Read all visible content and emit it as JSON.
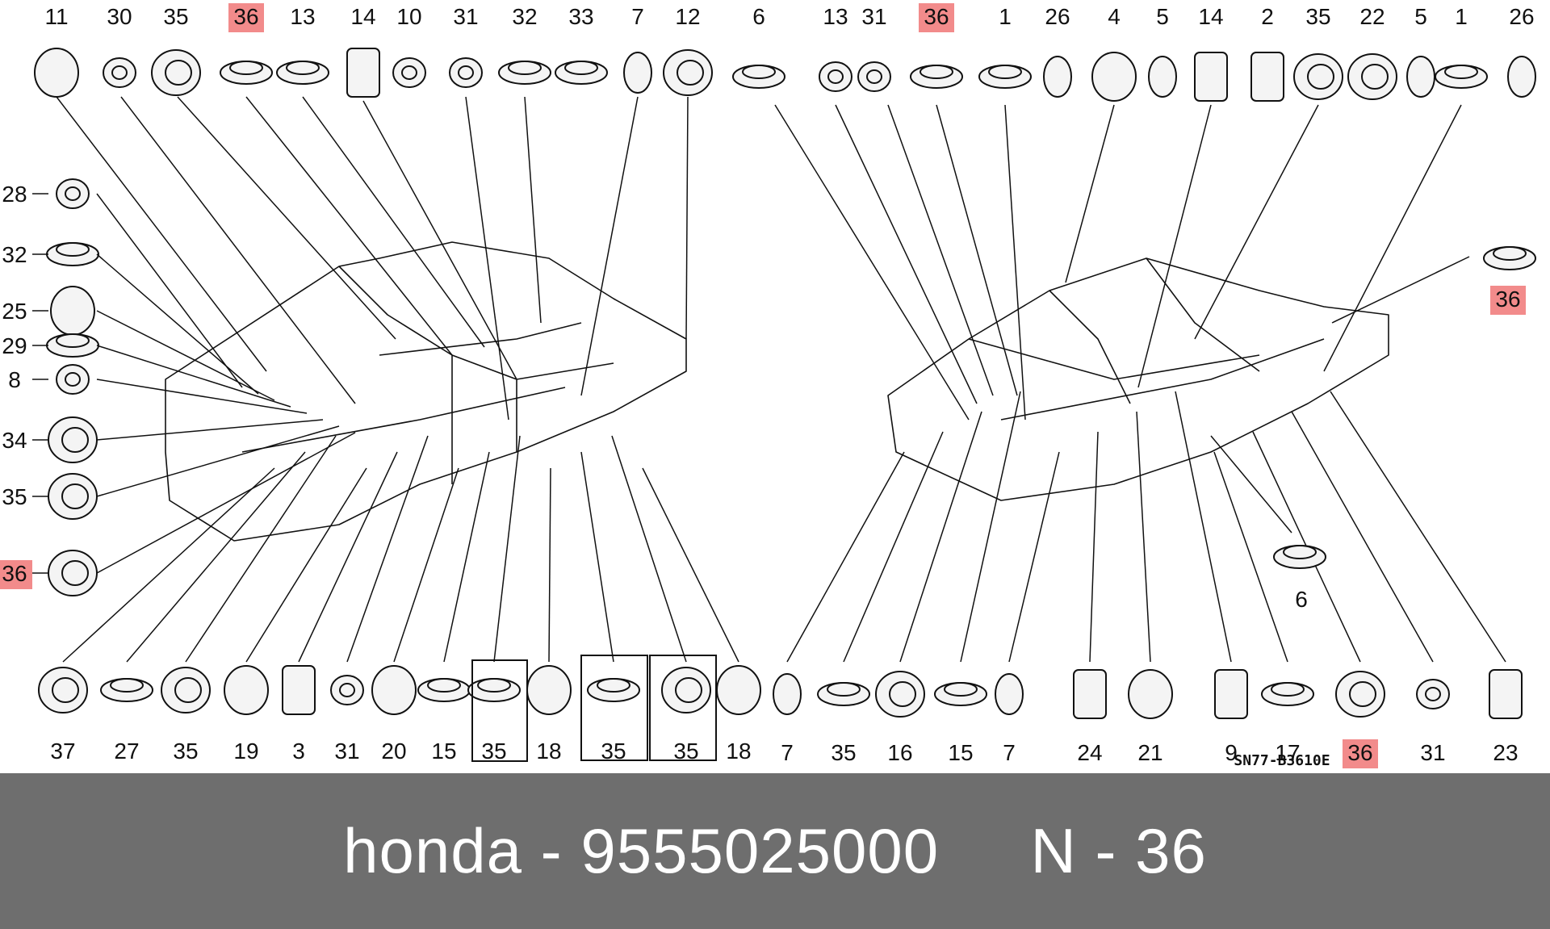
{
  "diagram": {
    "highlight_color": "#f28b8b",
    "drawing_code": "SN77-B3610E",
    "callouts_top_left": [
      "11",
      "30",
      "35",
      "36",
      "13",
      "14",
      "10",
      "31",
      "32",
      "33",
      "7",
      "12"
    ],
    "callouts_top_right": [
      "6",
      "13",
      "31",
      "36",
      "1",
      "26",
      "4",
      "5",
      "14",
      "2",
      "35",
      "22",
      "5",
      "1",
      "26"
    ],
    "callouts_left_column": [
      "28",
      "32",
      "25",
      "29",
      "8",
      "34",
      "35",
      "36"
    ],
    "callouts_bottom_left": [
      "37",
      "27",
      "35",
      "19",
      "3",
      "31",
      "20",
      "15",
      "35",
      "18",
      "35",
      "35",
      "18"
    ],
    "callouts_bottom_right": [
      "7",
      "35",
      "16",
      "15",
      "7",
      "24",
      "21",
      "9",
      "17",
      "36",
      "31",
      "23"
    ],
    "callout_right_side": "36",
    "callout_6_right_middle": "6",
    "highlighted_callout": "36"
  },
  "footer": {
    "brand": "honda",
    "separator1": " - ",
    "part_number": "9555025000",
    "gap": "     ",
    "position_label": "N - 36",
    "background_color": "#6e6e6e"
  }
}
